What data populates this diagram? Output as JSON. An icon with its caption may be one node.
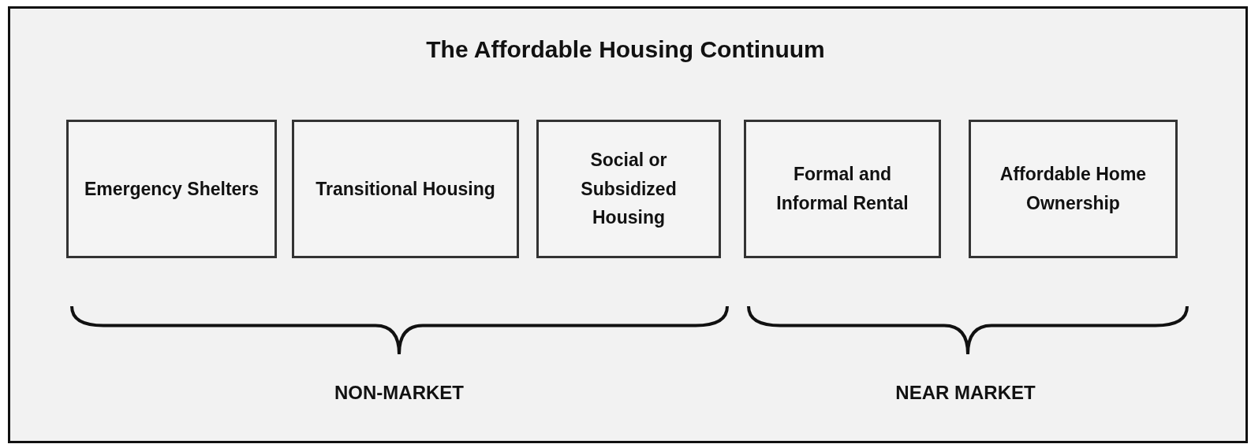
{
  "diagram": {
    "title": "The Affordable Housing Continuum",
    "nodes": [
      {
        "text": [
          "Emergency Shelters"
        ]
      },
      {
        "text": [
          "Transitional Housing"
        ]
      },
      {
        "text": [
          "Social or Subsidized Housing"
        ]
      },
      {
        "text": [
          "Formal and Informal Rental"
        ]
      },
      {
        "text": [
          "Affordable Home Ownership"
        ]
      }
    ],
    "labels": [
      "NON-MARKET",
      "NEAR MARKET"
    ]
  }
}
